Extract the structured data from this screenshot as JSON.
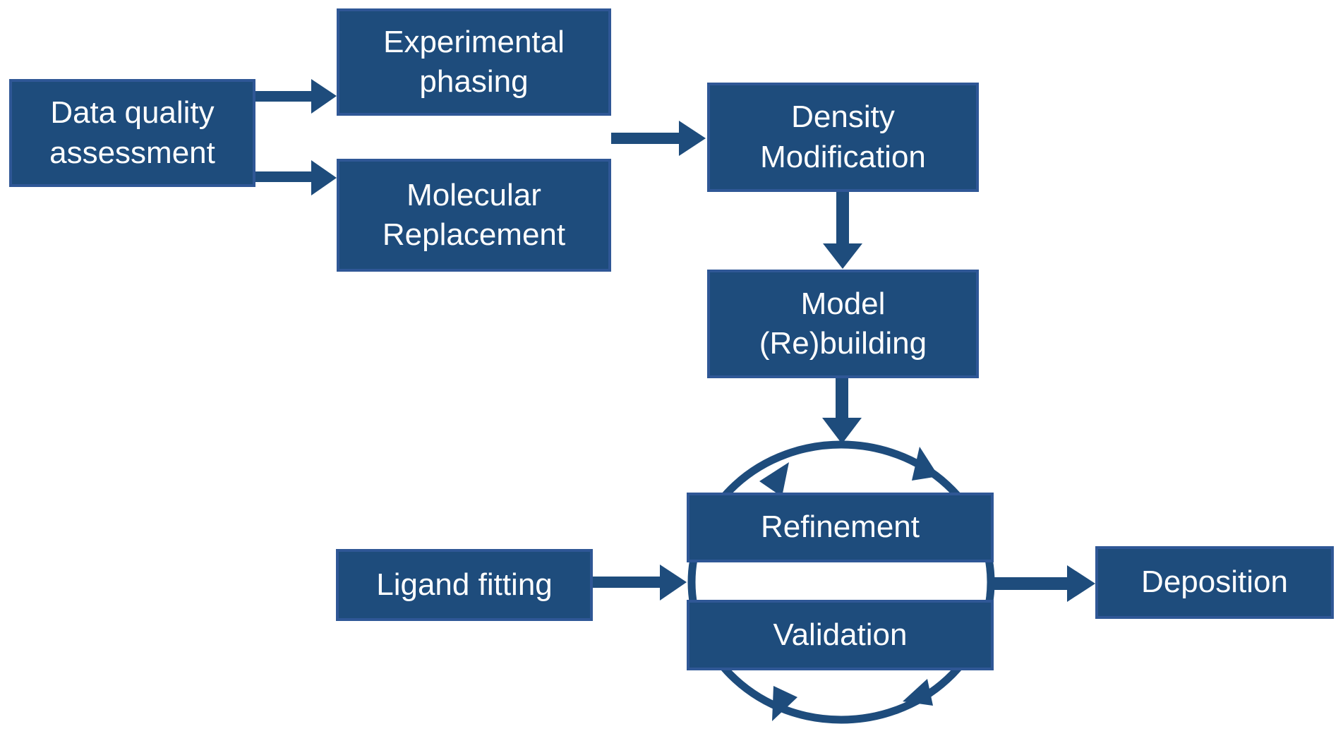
{
  "diagram_type": "flowchart",
  "colors": {
    "box_fill": "#1e4c7c",
    "box_border": "#2f5796",
    "arrow": "#1e4c7c",
    "text": "#ffffff",
    "background": "#ffffff"
  },
  "nodes": [
    {
      "id": "data-quality-assessment",
      "lines": [
        "Data quality",
        "assessment"
      ]
    },
    {
      "id": "experimental-phasing",
      "lines": [
        "Experimental",
        "phasing"
      ]
    },
    {
      "id": "molecular-replacement",
      "lines": [
        "Molecular",
        "Replacement"
      ]
    },
    {
      "id": "density-modification",
      "lines": [
        "Density",
        "Modification"
      ]
    },
    {
      "id": "model-rebuilding",
      "lines": [
        "Model",
        "(Re)building"
      ]
    },
    {
      "id": "refinement",
      "lines": [
        "Refinement"
      ]
    },
    {
      "id": "validation",
      "lines": [
        "Validation"
      ]
    },
    {
      "id": "ligand-fitting",
      "lines": [
        "Ligand fitting"
      ]
    },
    {
      "id": "deposition",
      "lines": [
        "Deposition"
      ]
    }
  ],
  "edges": [
    {
      "from": "data-quality-assessment",
      "to": "experimental-phasing"
    },
    {
      "from": "data-quality-assessment",
      "to": "molecular-replacement"
    },
    {
      "from": "experimental-phasing & molecular-replacement",
      "to": "density-modification"
    },
    {
      "from": "density-modification",
      "to": "model-rebuilding"
    },
    {
      "from": "model-rebuilding",
      "to": "refinement-validation-cycle"
    },
    {
      "from": "ligand-fitting",
      "to": "refinement-validation-cycle"
    },
    {
      "from": "refinement-validation-cycle",
      "to": "deposition"
    }
  ],
  "cycle": {
    "members": [
      "refinement",
      "validation"
    ],
    "shape": "circular-arrows",
    "arrowhead_count": 4
  }
}
